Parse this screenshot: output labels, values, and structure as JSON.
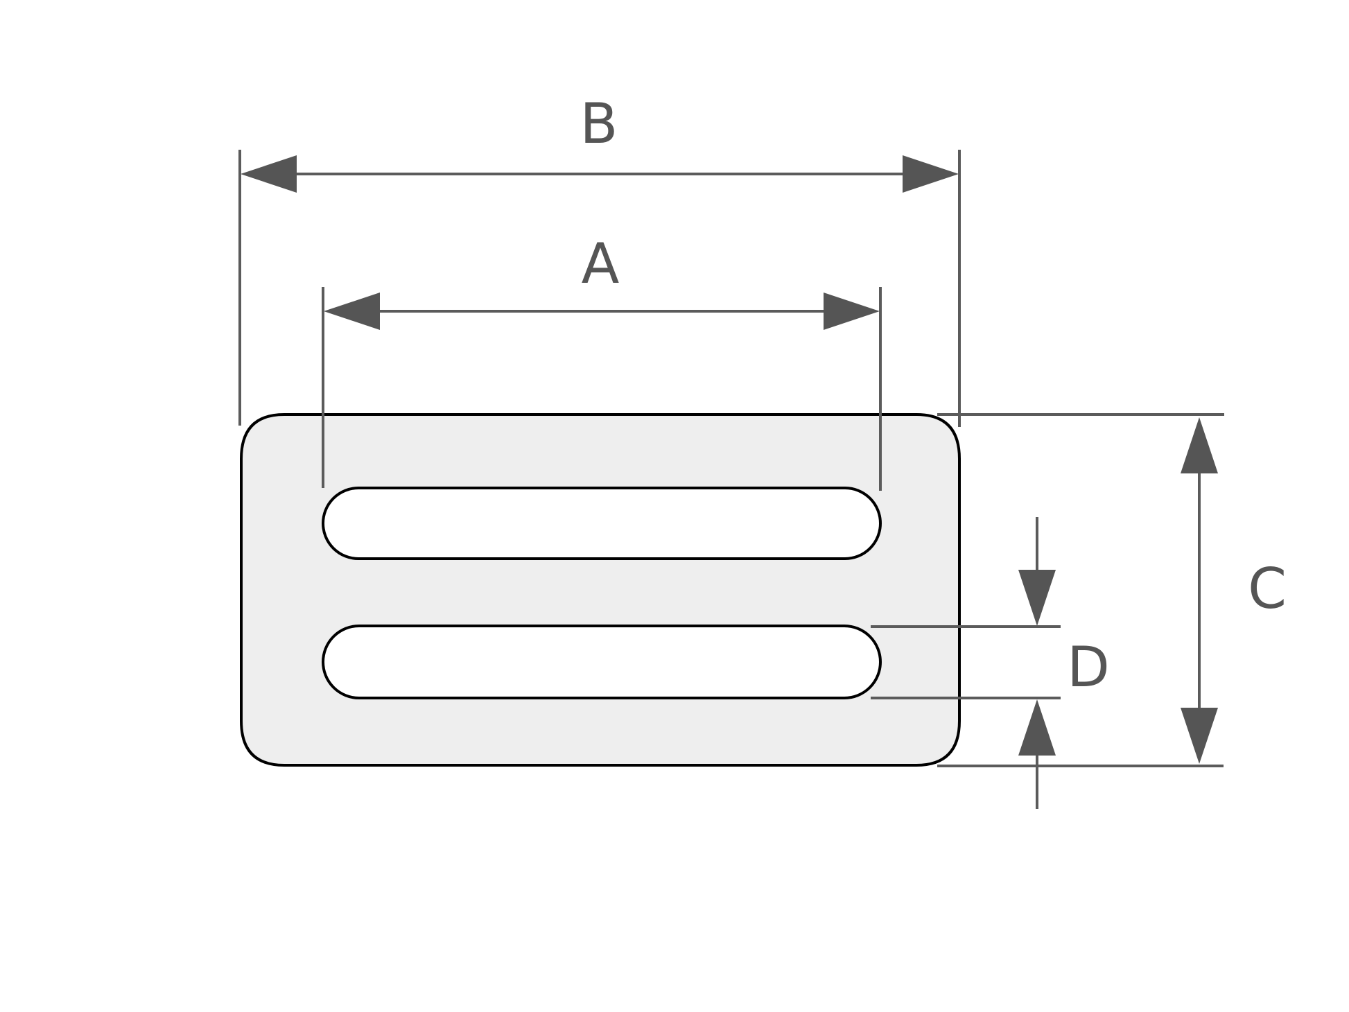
{
  "diagram": {
    "labels": {
      "a": "A",
      "b": "B",
      "c": "C",
      "d": "D"
    },
    "colors": {
      "dimension": "#555555",
      "plate_fill": "#eeeeee",
      "outline": "#000000",
      "slot_fill": "#ffffff"
    }
  }
}
